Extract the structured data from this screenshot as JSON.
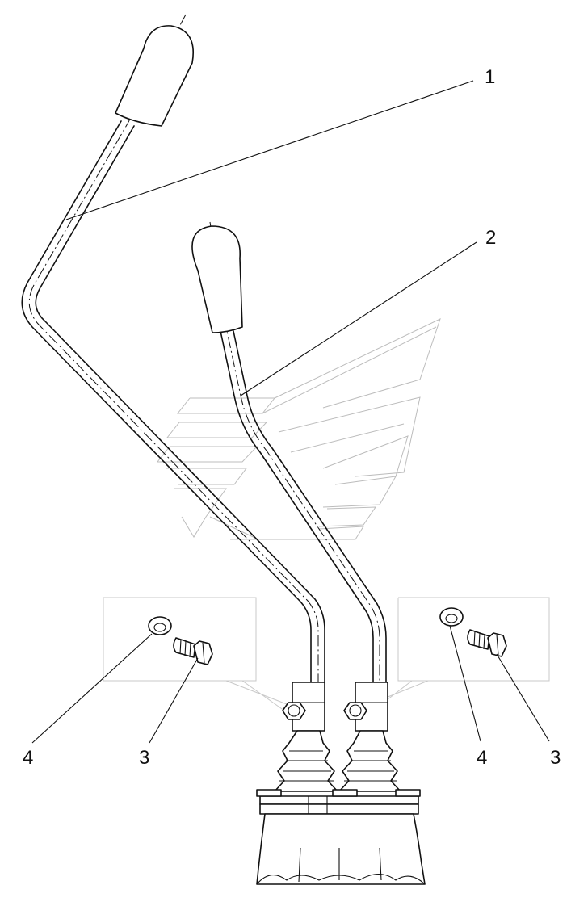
{
  "callouts": [
    {
      "id": "lever-long",
      "label": "1"
    },
    {
      "id": "lever-short",
      "label": "2"
    },
    {
      "id": "bolt-left",
      "label": "3"
    },
    {
      "id": "washer-left",
      "label": "4"
    },
    {
      "id": "washer-right",
      "label": "4"
    },
    {
      "id": "bolt-right",
      "label": "3"
    }
  ],
  "colors": {
    "ink": "#111111",
    "watermark": "#bcbcbc",
    "background": "#ffffff"
  }
}
